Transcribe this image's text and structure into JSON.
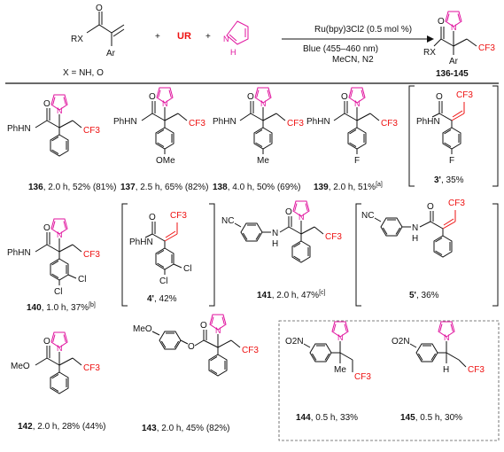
{
  "scheme": {
    "substrate": {
      "rx": "RX",
      "o": "O",
      "ar": "Ar",
      "x_def": "X = NH, O"
    },
    "plus": "+",
    "ur": "UR",
    "pyrazole_nh": "N",
    "pyrazole_h": "H",
    "conditions": [
      "Ru(bpy)3Cl2 (0.5 mol %)",
      "Blue (455–460 nm)",
      "MeCN, N2"
    ],
    "product": {
      "rx": "RX",
      "o": "O",
      "ar": "Ar",
      "cf3": "CF3",
      "n1": "N",
      "n2": "N",
      "label": "136-145"
    }
  },
  "labels": {
    "phhn": "PhHN",
    "meo": "MeO",
    "ome": "OMe",
    "me": "Me",
    "h": "H",
    "f": "F",
    "cl": "Cl",
    "nc": "NC",
    "o2n": "O2N",
    "o": "O",
    "n": "N",
    "cf3": "CF3",
    "h_nh": "H"
  },
  "compounds": [
    {
      "id": "136",
      "cond": ", 2.0 h, 52% (81%)",
      "note": ""
    },
    {
      "id": "137",
      "cond": ", 2.5 h, 65% (82%)",
      "note": ""
    },
    {
      "id": "138",
      "cond": ", 4.0 h, 50% (69%)",
      "note": ""
    },
    {
      "id": "139",
      "cond": ", 2.0 h, 51%",
      "note": "[a]"
    },
    {
      "id": "3'",
      "cond": ", 35%",
      "note": ""
    },
    {
      "id": "140",
      "cond": ", 1.0 h, 37%",
      "note": "[b]"
    },
    {
      "id": "4'",
      "cond": ", 42%",
      "note": ""
    },
    {
      "id": "141",
      "cond": ", 2.0 h, 47%",
      "note": "[c]"
    },
    {
      "id": "5'",
      "cond": ", 36%",
      "note": ""
    },
    {
      "id": "142",
      "cond": ", 2.0 h, 28% (44%)",
      "note": ""
    },
    {
      "id": "143",
      "cond": ", 2.0 h, 45% (82%)",
      "note": ""
    },
    {
      "id": "144",
      "cond": ", 0.5 h, 33%",
      "note": ""
    },
    {
      "id": "145",
      "cond": ", 0.5 h, 30%",
      "note": ""
    }
  ]
}
